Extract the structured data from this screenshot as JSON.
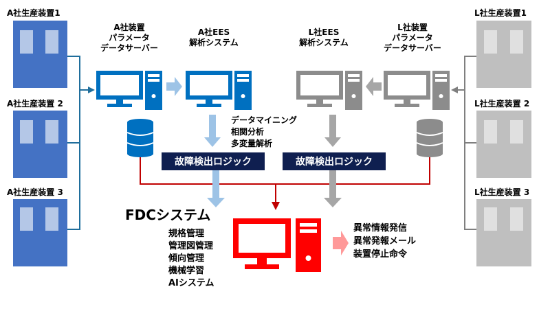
{
  "colors": {
    "a_device": "#4472C4",
    "a_device_window": "#B4C7E7",
    "l_device": "#BFBFBF",
    "l_device_window": "#E0E0E0",
    "a_pc": "#0070C0",
    "l_pc": "#8C8C8C",
    "fdc_pc": "#FF0000",
    "arrow_light_blue": "#9DC3E6",
    "arrow_gray": "#A6A6A6",
    "arrow_pink": "#FF9999",
    "logic_box": "#0F1F50",
    "a_line": "#1F6E9C",
    "l_line": "#7F7F7F",
    "red_line": "#C00000"
  },
  "a_side": {
    "devices": [
      "A社生産装置1",
      "A社生産装置 2",
      "A社生産装置 3"
    ],
    "server_label": [
      "A社装置",
      "パラメータ",
      "データサーバー"
    ],
    "ees_label": [
      "A社EES",
      "解析システム"
    ]
  },
  "l_side": {
    "devices": [
      "L社生産装置1",
      "L社生産装置 2",
      "L社生産装置 3"
    ],
    "server_label": [
      "L社装置",
      "パラメータ",
      "データサーバー"
    ],
    "ees_label": [
      "L社EES",
      "解析システム"
    ]
  },
  "analysis_methods": [
    "データマイニング",
    "相関分析",
    "多変量解析"
  ],
  "logic_a": "故障検出ロジック",
  "logic_l": "故障検出ロジック",
  "fdc": {
    "title": "FDCシステム",
    "functions": [
      "規格管理",
      "管理図管理",
      "傾向管理",
      "機械学習",
      "AIシステム"
    ],
    "outputs": [
      "異常情報発信",
      "異常発報メール",
      "装置停止命令"
    ]
  }
}
